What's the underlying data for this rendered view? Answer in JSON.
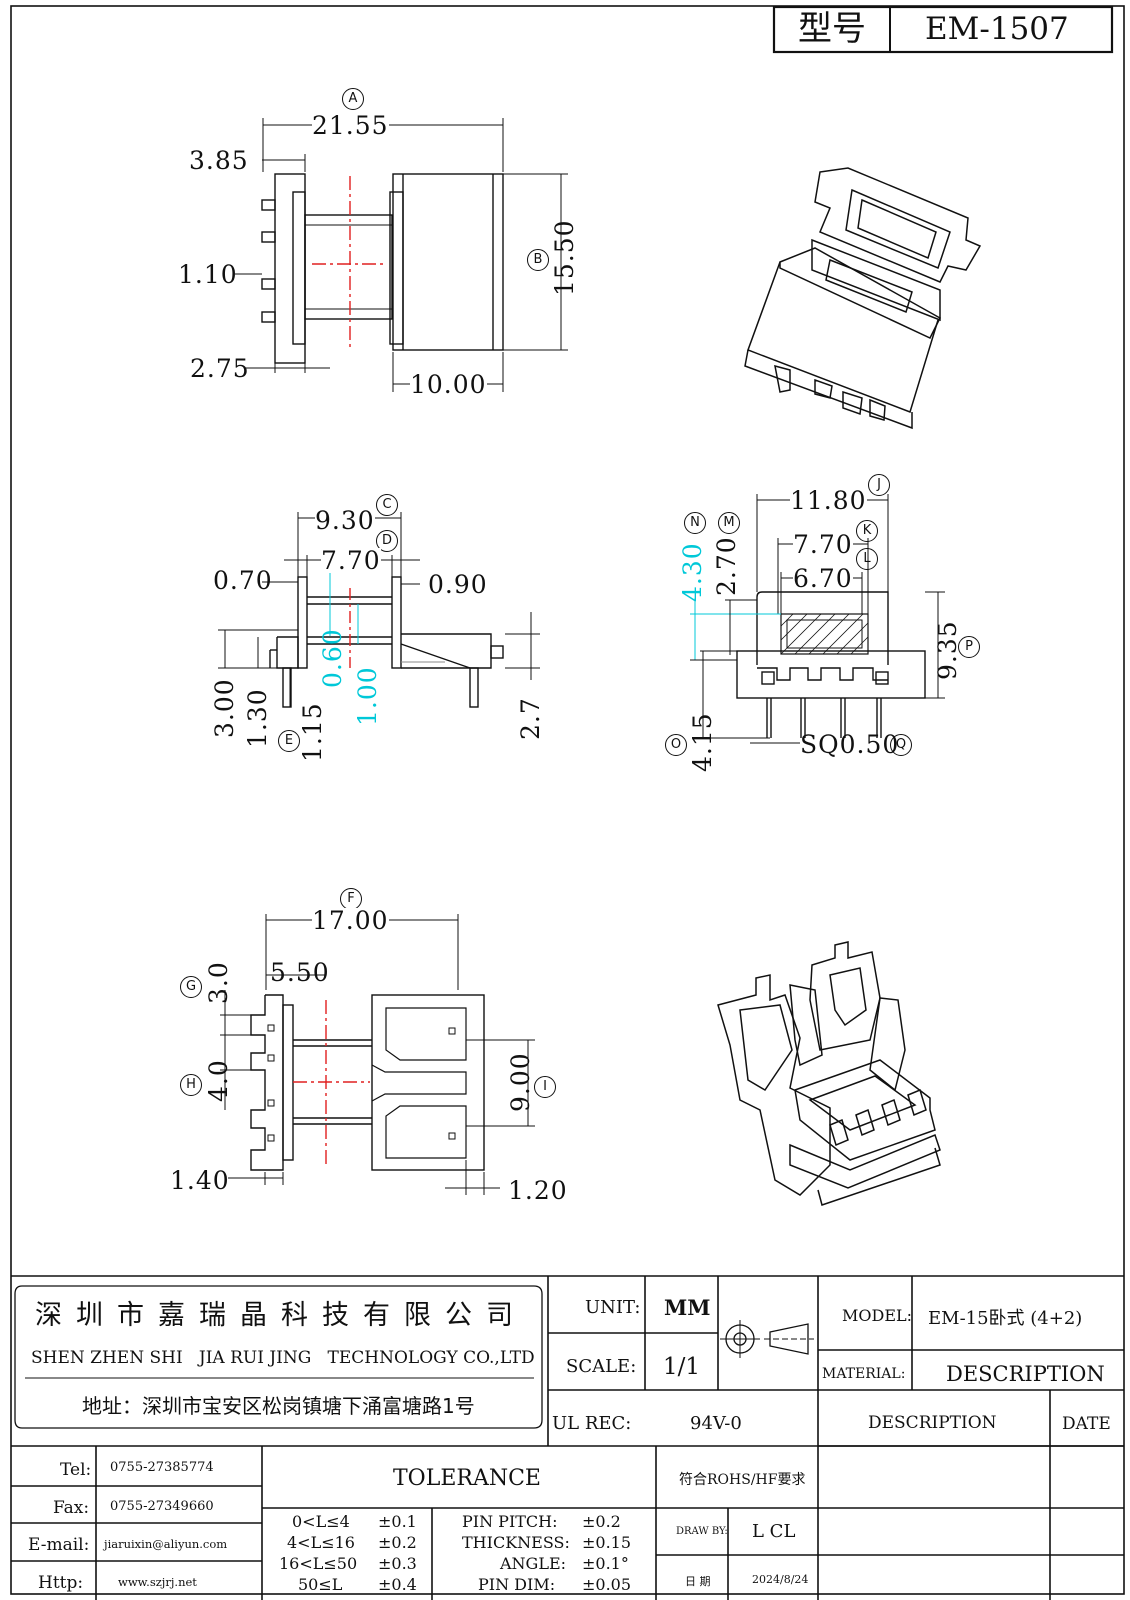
{
  "title_block": {
    "label": "型号",
    "value": "EM-1507"
  },
  "view1": {
    "circle_a": "A",
    "dim_a": "21.55",
    "dim_385": "3.85",
    "dim_110": "1.10",
    "dim_275": "2.75",
    "circle_b": "B",
    "dim_b": "15.50",
    "dim_1000": "10.00"
  },
  "view2": {
    "circle_c": "C",
    "dim_c": "9.30",
    "circle_d": "D",
    "dim_d": "7.70",
    "dim_070": "0.70",
    "dim_090": "0.90",
    "dim_060": "0.60",
    "dim_100": "1.00",
    "dim_300": "3.00",
    "dim_130": "1.30",
    "circle_e": "E",
    "dim_115": "1.15",
    "dim_27": "2.7"
  },
  "view3": {
    "circle_j": "J",
    "dim_j": "11.80",
    "circle_k": "K",
    "dim_k": "7.70",
    "circle_l": "L",
    "dim_l": "6.70",
    "circle_n": "N",
    "dim_n": "4.30",
    "circle_m": "M",
    "dim_m": "2.70",
    "circle_p": "P",
    "dim_p": "9.35",
    "circle_o": "O",
    "dim_o": "4.15",
    "circle_q": "Q",
    "dim_q": "SQ0.50"
  },
  "view4": {
    "circle_f": "F",
    "dim_f": "17.00",
    "dim_550": "5.50",
    "circle_g": "G",
    "dim_g": "3.0",
    "circle_h": "H",
    "dim_h": "4.0",
    "circle_i": "I",
    "dim_i": "9.00",
    "dim_140": "1.40",
    "dim_120": "1.20"
  },
  "company": {
    "name_cn": "深圳市嘉瑞晶科技有限公司",
    "name_en": "SHEN ZHEN SHI   JIA RUI JING   TECHNOLOGY CO.,LTD",
    "address": "地址：深圳市宝安区松岗镇塘下涌富塘路1号"
  },
  "specs": {
    "unit_label": "UNIT:",
    "unit_value": "MM",
    "scale_label": "SCALE:",
    "scale_value": "1/1",
    "ul_label": "UL REC:",
    "ul_value": "94V-0",
    "model_label": "MODEL:",
    "model_value": "EM-15卧式 (4+2)",
    "material_label": "MATERIAL:",
    "material_value": "DESCRIPTION",
    "desc_header": "DESCRIPTION",
    "date_header": "DATE"
  },
  "contacts": [
    {
      "label": "Tel:",
      "value": "0755-27385774"
    },
    {
      "label": "Fax:",
      "value": "0755-27349660"
    },
    {
      "label": "E-mail:",
      "value": "jiaruixin@aliyun.com"
    },
    {
      "label": "Http:",
      "value": "www.szjrj.net"
    }
  ],
  "tolerance": {
    "title": "TOLERANCE",
    "ranges": [
      {
        "range": "0<L≤4",
        "tol": "±0.1"
      },
      {
        "range": "4<L≤16",
        "tol": "±0.2"
      },
      {
        "range": "16<L≤50",
        "tol": "±0.3"
      },
      {
        "range": "50≤L",
        "tol": "±0.4"
      }
    ],
    "params": [
      {
        "name": "PIN PITCH:",
        "tol": "±0.2"
      },
      {
        "name": "THICKNESS:",
        "tol": "±0.15"
      },
      {
        "name": "ANGLE:",
        "tol": "±0.1°"
      },
      {
        "name": "PIN DIM:",
        "tol": "±0.05"
      }
    ]
  },
  "compliance": "符合ROHS/HF要求",
  "draw": {
    "label": "DRAW BY:",
    "value": "L CL",
    "date_label": "日 期",
    "date_value": "2024/8/24"
  }
}
